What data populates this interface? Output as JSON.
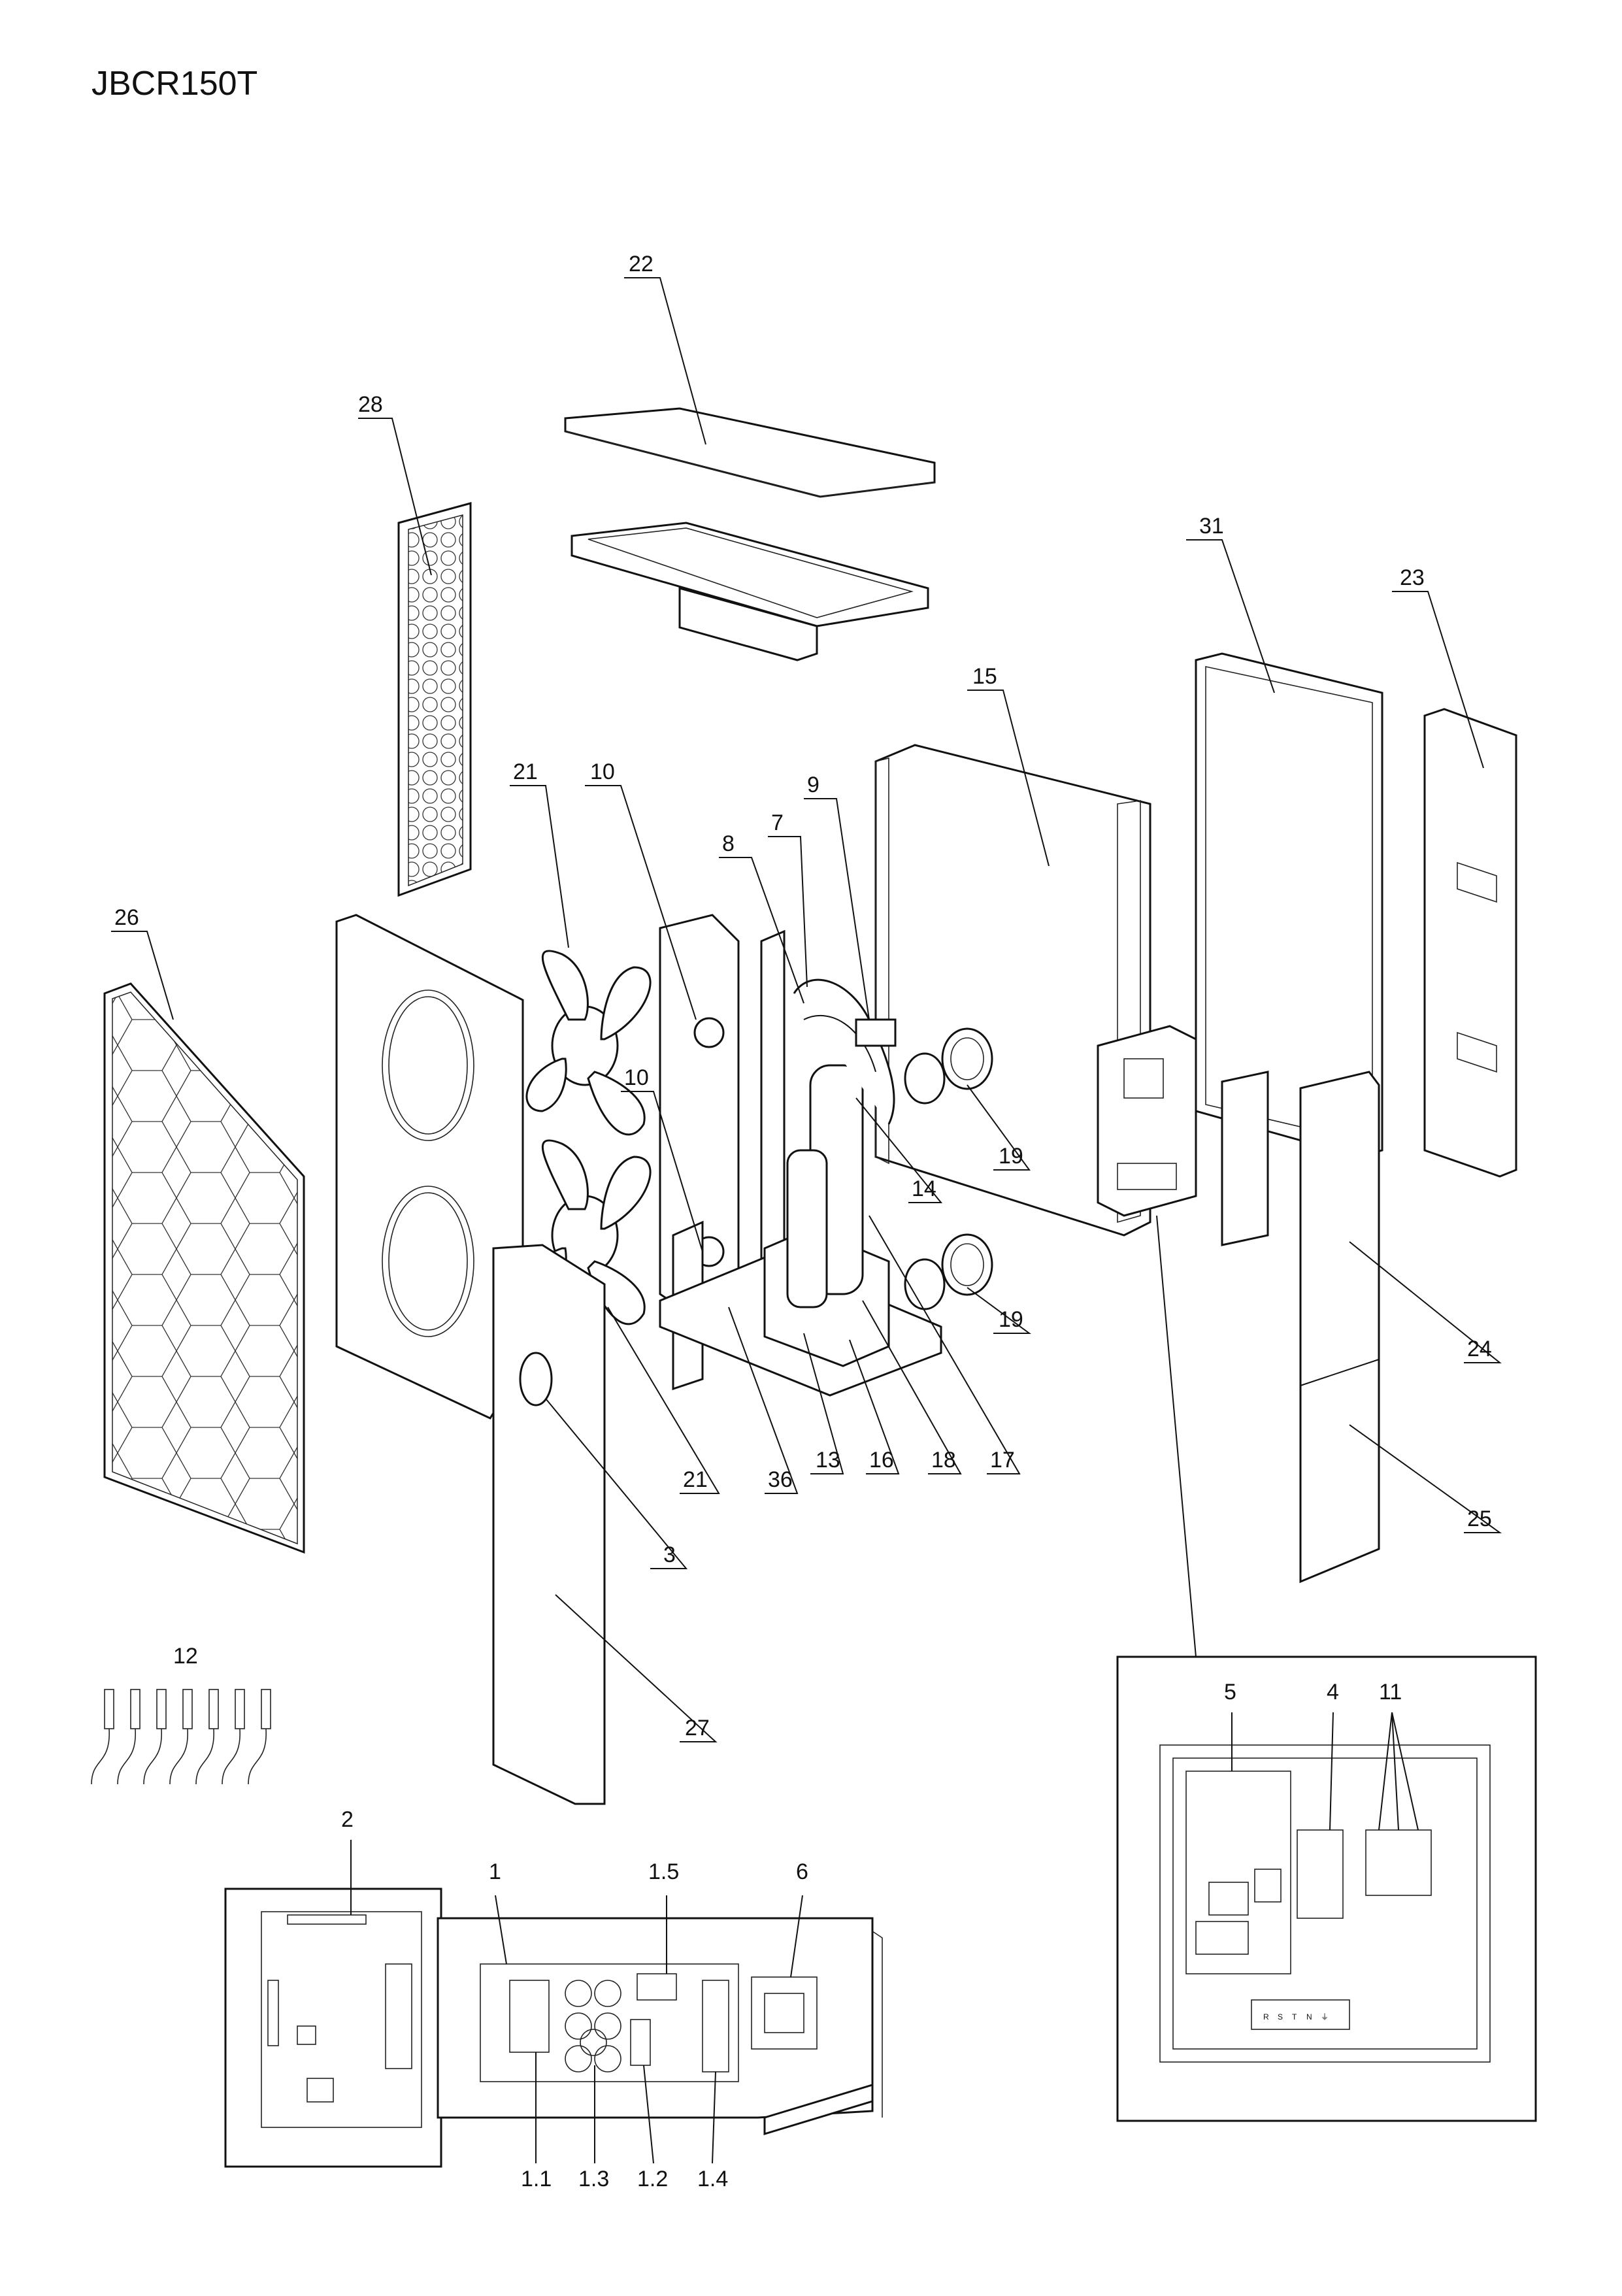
{
  "title": "JBCR150T",
  "labels": {
    "l22": "22",
    "l28": "28",
    "l31": "31",
    "l23": "23",
    "l15": "15",
    "l21a": "21",
    "l10a": "10",
    "l9": "9",
    "l8": "8",
    "l7": "7",
    "l26": "26",
    "l10b": "10",
    "l14": "14",
    "l19a": "19",
    "l19b": "19",
    "l24": "24",
    "l25": "25",
    "l21b": "21",
    "l36": "36",
    "l13": "13",
    "l16": "16",
    "l18": "18",
    "l17": "17",
    "l3": "3",
    "l27": "27",
    "l12": "12",
    "l2": "2",
    "l1": "1",
    "l15b": "1.5",
    "l6": "6",
    "l11s": "1.1",
    "l13s": "1.3",
    "l12s": "1.2",
    "l14s": "1.4",
    "l5": "5",
    "l4": "4",
    "l11": "11"
  },
  "terminal_letters": [
    "R",
    "S",
    "T",
    "N",
    "⏚"
  ]
}
